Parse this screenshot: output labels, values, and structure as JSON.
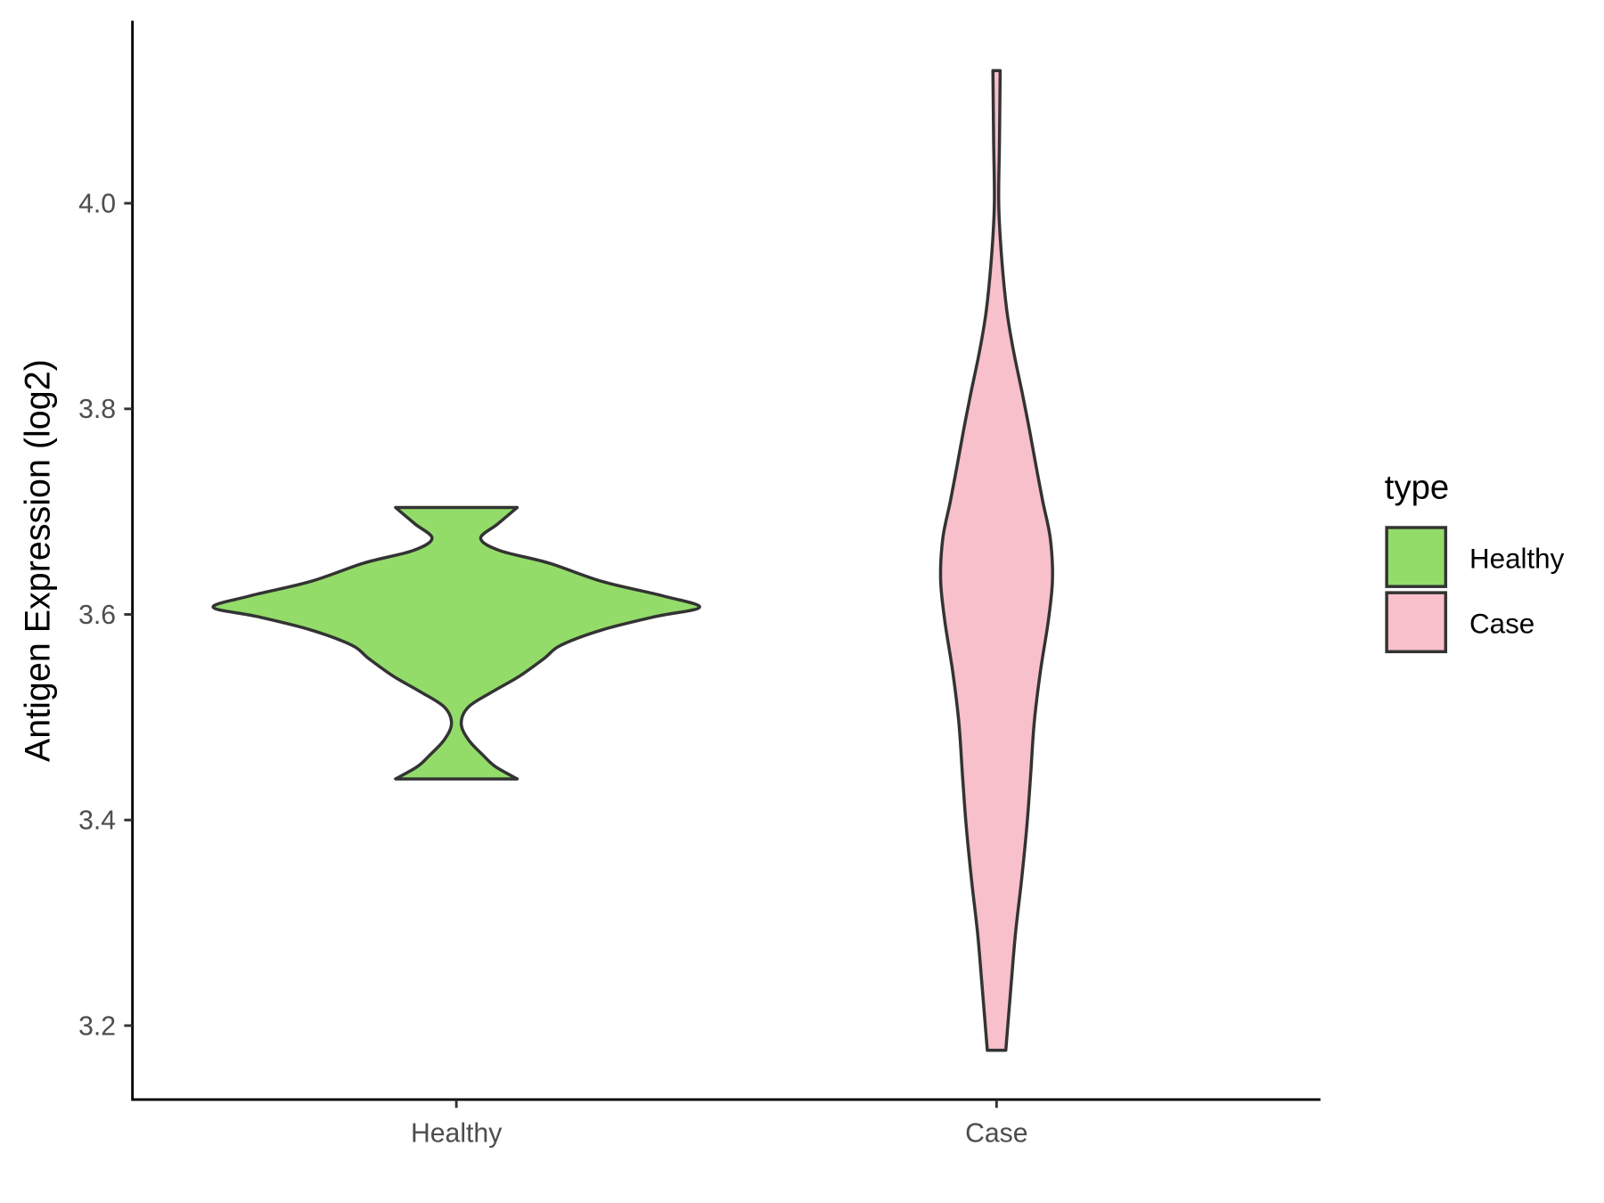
{
  "chart_data": {
    "type": "violin",
    "title": "",
    "xlabel": "",
    "ylabel": "Antigen Expression (log2)",
    "ylim": [
      3.13,
      4.18
    ],
    "yticks": [
      3.2,
      3.4,
      3.6,
      3.8,
      4.0
    ],
    "ytick_labels": [
      "3.2",
      "3.4",
      "3.6",
      "3.8",
      "4.0"
    ],
    "categories": [
      "Healthy",
      "Case"
    ],
    "grid": false,
    "legend": {
      "title": "type",
      "placement": "right",
      "entries": [
        "Healthy",
        "Case"
      ]
    },
    "series": [
      {
        "name": "Healthy",
        "color": "#93dc6a",
        "min": 3.44,
        "max": 3.704,
        "density_profile": [
          [
            3.44,
            0.25
          ],
          [
            3.452,
            0.16
          ],
          [
            3.463,
            0.11
          ],
          [
            3.478,
            0.05
          ],
          [
            3.494,
            0.02
          ],
          [
            3.51,
            0.05
          ],
          [
            3.525,
            0.15
          ],
          [
            3.54,
            0.26
          ],
          [
            3.557,
            0.36
          ],
          [
            3.57,
            0.43
          ],
          [
            3.585,
            0.6
          ],
          [
            3.598,
            0.82
          ],
          [
            3.607,
            1.0
          ],
          [
            3.618,
            0.85
          ],
          [
            3.632,
            0.6
          ],
          [
            3.65,
            0.38
          ],
          [
            3.662,
            0.18
          ],
          [
            3.674,
            0.1
          ],
          [
            3.688,
            0.17
          ],
          [
            3.704,
            0.25
          ]
        ]
      },
      {
        "name": "Case",
        "color": "#f7c0cb",
        "min": 3.176,
        "max": 4.129,
        "density_profile": [
          [
            3.176,
            0.038
          ],
          [
            3.24,
            0.06
          ],
          [
            3.29,
            0.078
          ],
          [
            3.342,
            0.103
          ],
          [
            3.395,
            0.125
          ],
          [
            3.443,
            0.14
          ],
          [
            3.495,
            0.155
          ],
          [
            3.544,
            0.18
          ],
          [
            3.594,
            0.213
          ],
          [
            3.634,
            0.23
          ],
          [
            3.674,
            0.221
          ],
          [
            3.71,
            0.19
          ],
          [
            3.745,
            0.162
          ],
          [
            3.78,
            0.135
          ],
          [
            3.815,
            0.106
          ],
          [
            3.856,
            0.07
          ],
          [
            3.896,
            0.042
          ],
          [
            3.95,
            0.02
          ],
          [
            4.0,
            0.009
          ],
          [
            4.06,
            0.012
          ],
          [
            4.129,
            0.015
          ]
        ]
      }
    ]
  }
}
